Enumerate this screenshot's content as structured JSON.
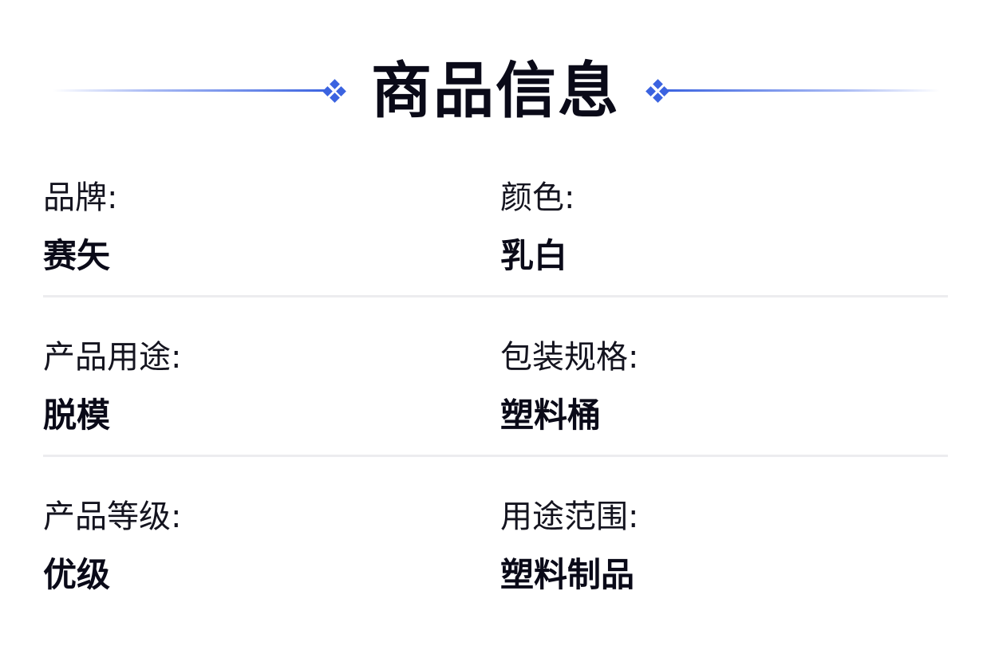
{
  "header": {
    "title": "商品信息"
  },
  "colors": {
    "accent": "#3b63e0",
    "divider": "#ececef",
    "text": "#0a0a18"
  },
  "rows": [
    {
      "left": {
        "label": "品牌:",
        "value": "赛矢"
      },
      "right": {
        "label": "颜色:",
        "value": "乳白"
      }
    },
    {
      "left": {
        "label": "产品用途:",
        "value": "脱模"
      },
      "right": {
        "label": "包装规格:",
        "value": "塑料桶"
      }
    },
    {
      "left": {
        "label": "产品等级:",
        "value": "优级"
      },
      "right": {
        "label": "用途范围:",
        "value": "塑料制品"
      }
    }
  ]
}
